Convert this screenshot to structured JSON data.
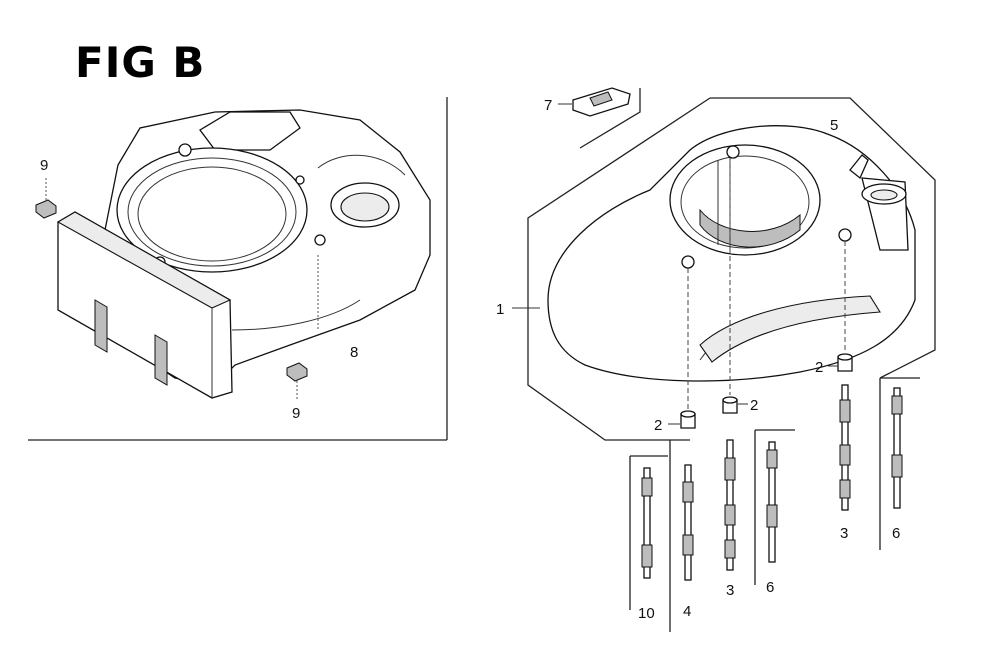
{
  "figure": {
    "title": "FIG B"
  },
  "callouts": {
    "c1": "1",
    "c2a": "2",
    "c2b": "2",
    "c2c": "2",
    "c3a": "3",
    "c3b": "3",
    "c4": "4",
    "c5": "5",
    "c6a": "6",
    "c6b": "6",
    "c7": "7",
    "c8": "8",
    "c9a": "9",
    "c9b": "9",
    "c10": "10"
  }
}
